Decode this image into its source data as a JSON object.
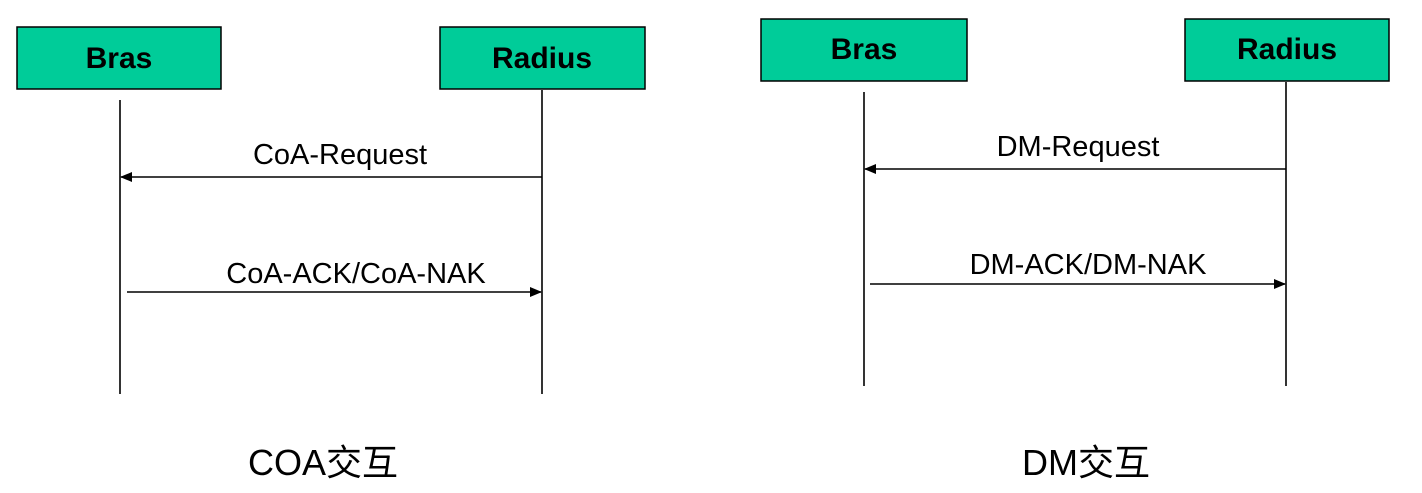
{
  "colors": {
    "box_fill": "#00cc99",
    "stroke": "#000000",
    "background": "#ffffff"
  },
  "diagrams": [
    {
      "caption": "COA交互",
      "participants": [
        "Bras",
        "Radius"
      ],
      "messages": [
        {
          "label": "CoA-Request",
          "from": "Radius",
          "to": "Bras"
        },
        {
          "label": "CoA-ACK/CoA-NAK",
          "from": "Bras",
          "to": "Radius"
        }
      ]
    },
    {
      "caption": "DM交互",
      "participants": [
        "Bras",
        "Radius"
      ],
      "messages": [
        {
          "label": "DM-Request",
          "from": "Radius",
          "to": "Bras"
        },
        {
          "label": "DM-ACK/DM-NAK",
          "from": "Bras",
          "to": "Radius"
        }
      ]
    }
  ]
}
